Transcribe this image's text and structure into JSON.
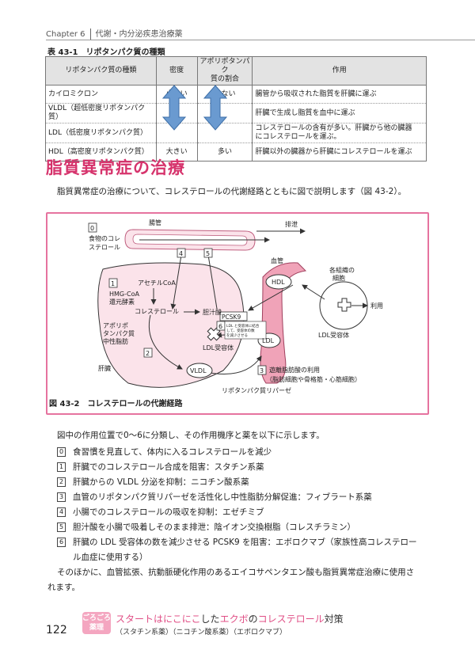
{
  "header": {
    "chapter_label": "Chapter 6",
    "chapter_title": "代謝・内分泌疾患治療薬"
  },
  "table": {
    "caption": "表 43-1　リポタンパク質の種類",
    "headers": [
      "リポタンパク質の種類",
      "密度",
      "アポリポタンパク質の割合",
      "作用"
    ],
    "header_apo_line1": "アポリポタンパク",
    "header_apo_line2": "質の割合",
    "rows": [
      {
        "name": "カイロミクロン",
        "density": "小さい",
        "apo": "少ない",
        "action1": "腸管から吸収された脂質を肝臓に運ぶ",
        "action2": ""
      },
      {
        "name": "VLDL（超低密度リポタンパク質）",
        "density": "",
        "apo": "",
        "action1": "肝臓で生成し脂質を血中に運ぶ",
        "action2": ""
      },
      {
        "name": "LDL（低密度リポタンパク質）",
        "density": "",
        "apo": "",
        "action1": "コレステロールの含有が多い。肝臓から他の臓器",
        "action2": "にコレステロールを運ぶ。"
      },
      {
        "name": "HDL（高密度リポタンパク質）",
        "density": "大きい",
        "apo": "多い",
        "action1": "肝臓以外の臓器から肝臓にコレステロールを運ぶ",
        "action2": ""
      }
    ]
  },
  "section": {
    "title": "脂質異常症の治療",
    "intro": "脂質異常症の治療について、コレステロールの代謝経路とともに図で説明します（図 43-2）。"
  },
  "figure": {
    "caption": "図 43-2　コレステロールの代謝経路",
    "labels": {
      "n0": "0",
      "food_line1": "食物のコレ",
      "food_line2": "ステロール",
      "intestine": "腸管",
      "excretion": "排泄",
      "n4": "4",
      "n5": "5",
      "blood_vessel": "血管",
      "organ_line1": "各組織の",
      "organ_line2": "細胞",
      "n1": "1",
      "acetyl": "アセチルCoA",
      "hmg_line1": "HMG-CoA",
      "hmg_line2": "還元酵素",
      "cholesterol": "コレステロール",
      "bile": "胆汁酸",
      "apo_line1": "アポリポ",
      "apo_line2": "タンパク質",
      "apo_line3": "中性脂肪",
      "hdl": "HDL",
      "use": "利用",
      "ldl_receptor_right": "LDL受容体",
      "pcsk9": "PCSK9",
      "n6": "6",
      "pcsk9_note1": "LDL と受容体に結合",
      "pcsk9_note2": "して、受容体の数",
      "pcsk9_note3": "を減少させる",
      "ldl_receptor": "LDL受容体",
      "ldl": "LDL",
      "n2": "2",
      "liver": "肝臓",
      "vldl": "VLDL",
      "n3": "3",
      "ffa_line1": "遊離脂肪酸の利用",
      "ffa_line2": "（脂肪細胞や骨格筋・心筋細胞）",
      "lipase": "リポタンパク質リパーゼ"
    }
  },
  "list": {
    "intro": "図中の作用位置で0～6に分類し、その作用機序と薬を以下に示します。",
    "items": [
      {
        "num": "0",
        "text": "食習慣を見直して、体内に入るコレステロールを減少"
      },
      {
        "num": "1",
        "text": "肝臓でのコレステロール合成を阻害：スタチン系薬"
      },
      {
        "num": "2",
        "text": "肝臓からの VLDL 分泌を抑制：ニコチン酸系薬"
      },
      {
        "num": "3",
        "text": "血管のリポタンパク質リパーゼを活性化し中性脂肪分解促進：フィブラート系薬"
      },
      {
        "num": "4",
        "text": "小腸でのコレステロールの吸収を抑制：エゼチミブ"
      },
      {
        "num": "5",
        "text": "胆汁酸を小腸で吸着しそのまま排泄：陰イオン交換樹脂（コレスチラミン）"
      },
      {
        "num": "6",
        "text": "肝臓の LDL 受容体の数を減少させる PCSK9 を阻害：エボロクマブ（家族性高コレステロー"
      }
    ],
    "item6_cont": "ル血症に使用する）",
    "closing1": "そのほかに、血管拡張、抗動脈硬化作用のあるエイコサペンタエン酸も脂質異常症治療に使用さ",
    "closing2": "れます。"
  },
  "footer": {
    "page": "122",
    "badge1": "ごろごろ",
    "badge2": "薬理",
    "mnemonic_a": "スタートは",
    "mnemonic_b": "にこにこ",
    "mnemonic_c": "した",
    "mnemonic_d": "エクボ",
    "mnemonic_e": "の",
    "mnemonic_f": "コレステロール",
    "mnemonic_g": "対策",
    "mnemonic_sub": "（スタチン系薬）（ニコチン酸系薬）（エボロクマブ）"
  },
  "colors": {
    "accent": "#d6336c",
    "figure_border": "#e6739f",
    "vessel": "#f0a3b8",
    "liver": "#fbe3ea"
  }
}
